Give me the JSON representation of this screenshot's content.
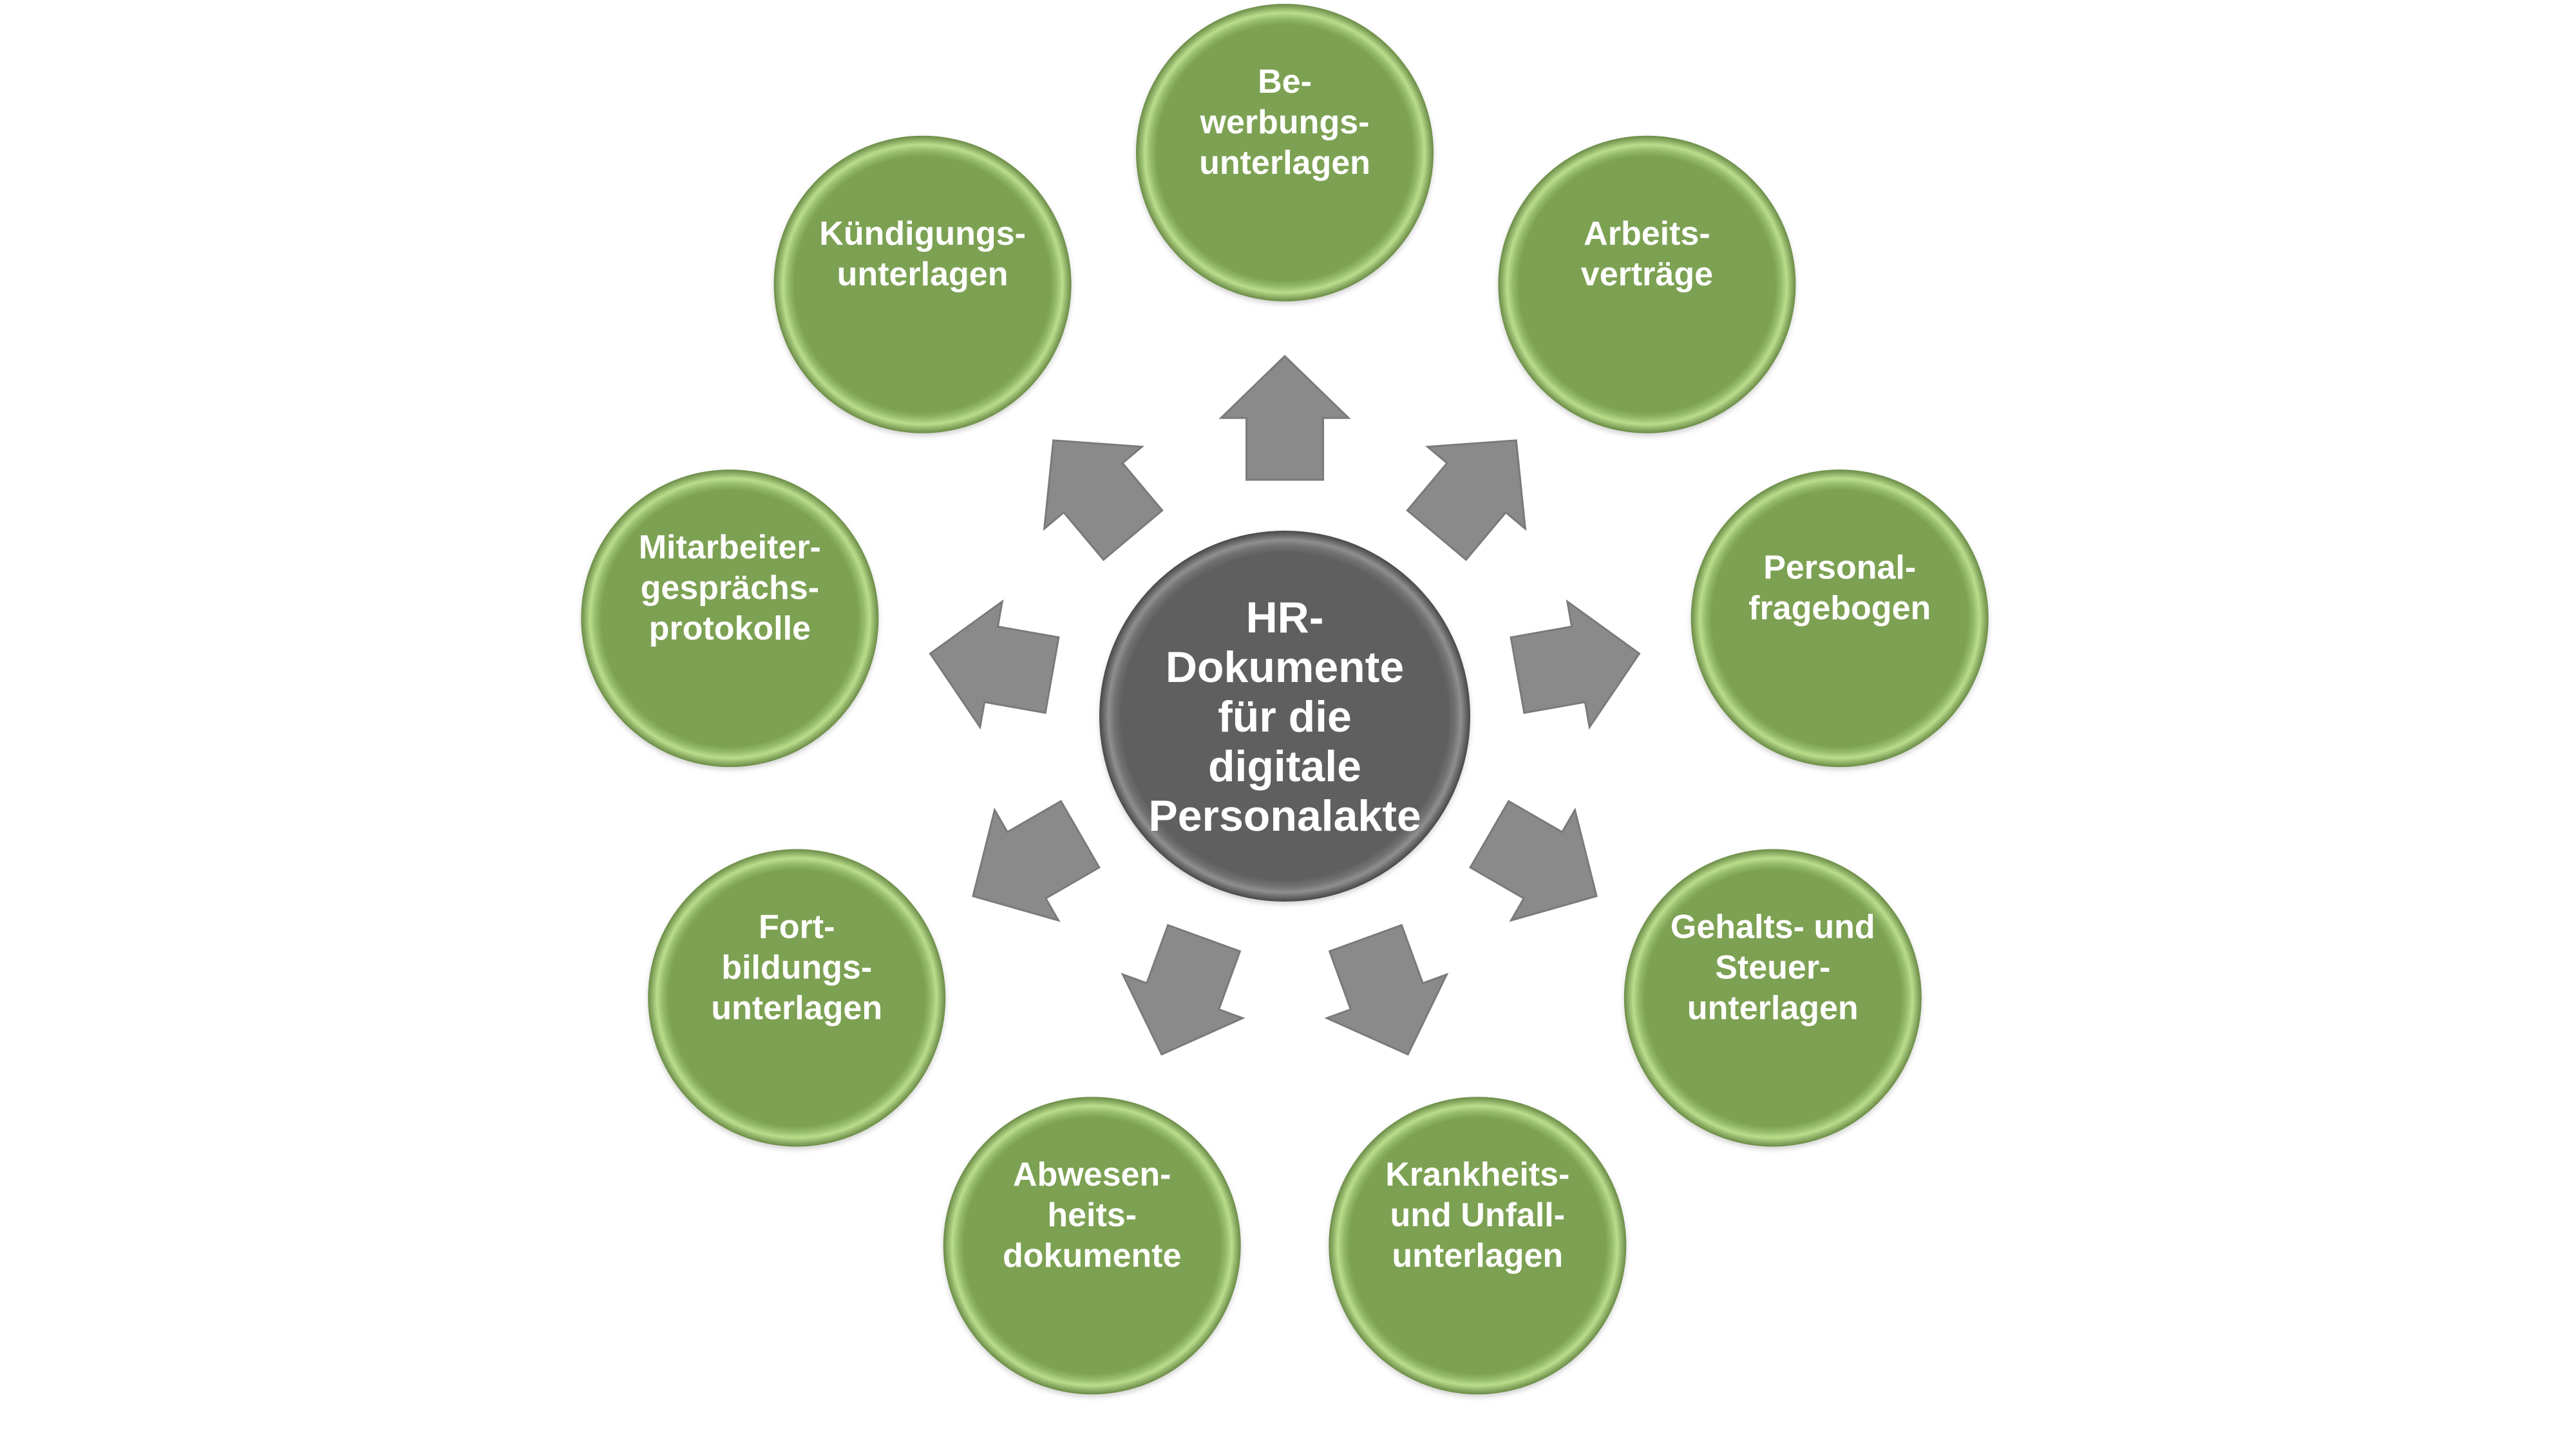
{
  "diagram": {
    "type": "radial-hub",
    "center": {
      "lines": [
        "HR-",
        "Dokumente",
        "für die",
        "digitale",
        "Personalakte"
      ]
    },
    "nodes": [
      {
        "id": "bewerbungsunterlagen",
        "lines": [
          "Be-",
          "werbungs-",
          "unterlagen"
        ]
      },
      {
        "id": "arbeitsvertraege",
        "lines": [
          "Arbeits-",
          "verträge"
        ]
      },
      {
        "id": "personalfragebogen",
        "lines": [
          "Personal-",
          "fragebogen"
        ]
      },
      {
        "id": "gehalts-steuerunterlagen",
        "lines": [
          "Gehalts- und",
          "Steuer-",
          "unterlagen"
        ]
      },
      {
        "id": "krankheits-unfallunterlagen",
        "lines": [
          "Krankheits-",
          "und Unfall-",
          "unterlagen"
        ]
      },
      {
        "id": "abwesenheitsdokumente",
        "lines": [
          "Abwesen-",
          "heits-",
          "dokumente"
        ]
      },
      {
        "id": "fortbildungsunterlagen",
        "lines": [
          "Fort-",
          "bildungs-",
          "unterlagen"
        ]
      },
      {
        "id": "mitarbeitergespraechsprotokolle",
        "lines": [
          "Mitarbeiter-",
          "gesprächs-",
          "protokolle"
        ]
      },
      {
        "id": "kuendigungsunterlagen",
        "lines": [
          "Kündigungs-",
          "unterlagen"
        ]
      }
    ],
    "edges": "center-to-each-node",
    "colors": {
      "node_fill": "#7da153",
      "node_rim_light": "#b9dd8c",
      "node_rim_dark": "#6a8a45",
      "center_fill": "#5f5f5f",
      "center_rim_light": "#8f8f8f",
      "center_rim_dark": "#474747",
      "arrow_fill": "#8a8a8a",
      "label_text": "#ffffff",
      "background": "#ffffff"
    }
  }
}
